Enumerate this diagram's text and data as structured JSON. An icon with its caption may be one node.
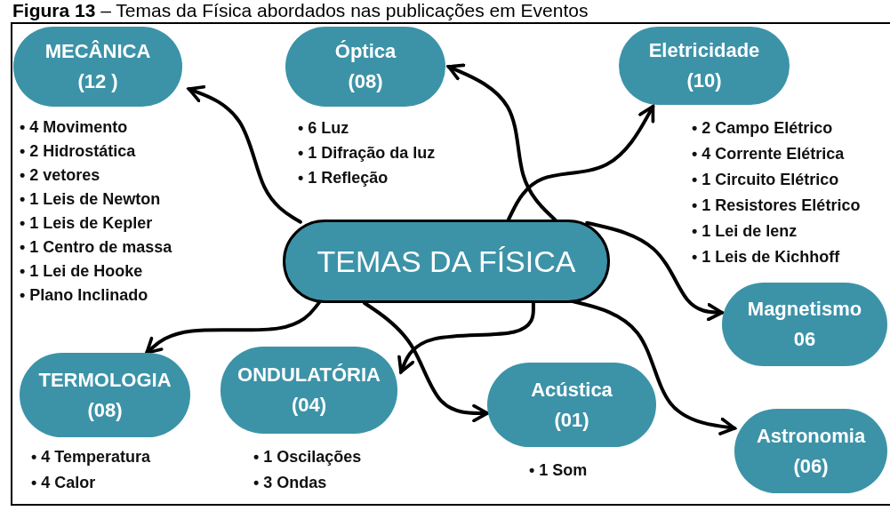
{
  "diagram": {
    "title": "**Figura 13** – Temas da Física abordados nas publicações em Eventos",
    "nodes": [
      {
        "text": [
          "MECÂNICA",
          "(12 )"
        ],
        "beside": [
          "• 4 Movimento",
          "• 2 Hidrostática",
          "• 2 vetores",
          "• 1 Leis de Newton",
          "• 1 Leis de Kepler",
          "• 1 Centro de massa",
          "• 1 Lei de Hooke",
          "• Plano Inclinado"
        ]
      },
      {
        "text": [
          "Óptica",
          "(08)"
        ],
        "beside": [
          "• 6 Luz",
          "• 1 Difração da luz",
          "• 1 Refleção"
        ]
      },
      {
        "text": [
          "Eletricidade",
          "(10)"
        ],
        "beside": [
          "• 2 Campo Elétrico",
          "• 4 Corrente Elétrica",
          "• 1 Circuito Elétrico",
          "• 1 Resistores Elétrico",
          "• 1 Lei de lenz",
          "• 1 Leis de Kichhoff"
        ]
      },
      {
        "text": [
          "TEMAS DA FÍSICA"
        ]
      },
      {
        "text": [
          "Magnetismo",
          "06"
        ]
      },
      {
        "text": [
          "TERMOLOGIA",
          "(08)"
        ],
        "beside": [
          "• 4 Temperatura",
          "• 4 Calor"
        ]
      },
      {
        "text": [
          "ONDULATÓRIA",
          "(04)"
        ],
        "beside": [
          "• 1 Oscilações",
          "• 3 Ondas"
        ]
      },
      {
        "text": [
          "Acústica",
          "(01)"
        ],
        "beside": [
          "• 1 Som"
        ]
      },
      {
        "text": [
          "Astronomia",
          "(06)"
        ]
      }
    ],
    "edges": [
      {
        "from": 3,
        "to": 0,
        "arrow": "to"
      },
      {
        "from": 3,
        "to": 1,
        "arrow": "to"
      },
      {
        "from": 3,
        "to": 2,
        "arrow": "to"
      },
      {
        "from": 3,
        "to": 4,
        "arrow": "to"
      },
      {
        "from": 3,
        "to": 5,
        "arrow": "to"
      },
      {
        "from": 3,
        "to": 6,
        "arrow": "to"
      },
      {
        "from": 3,
        "to": 7,
        "arrow": "to"
      },
      {
        "from": 3,
        "to": 8,
        "arrow": "to"
      }
    ]
  }
}
